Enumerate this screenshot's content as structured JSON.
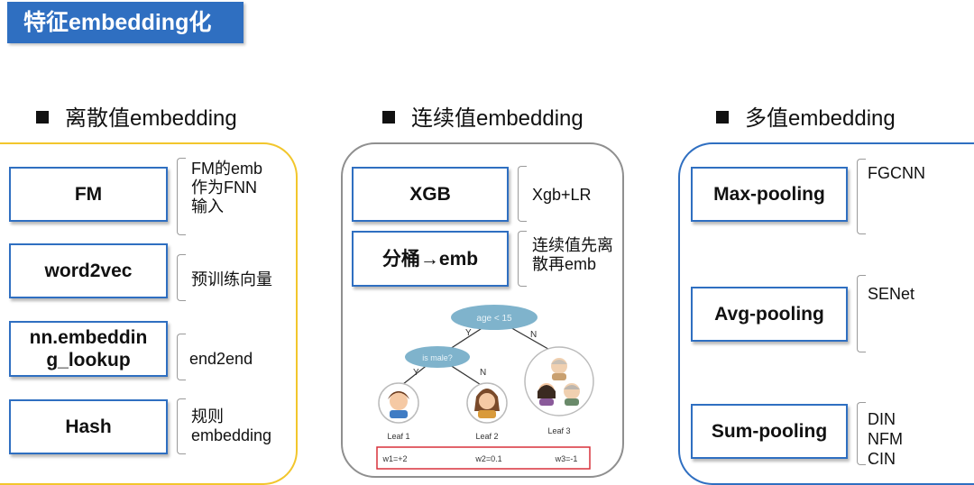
{
  "title": "特征embedding化",
  "sections": {
    "discrete": {
      "title": "离散值embedding",
      "items": [
        {
          "label": "FM",
          "note": "FM的emb\n作为FNN\n输入"
        },
        {
          "label": "word2vec",
          "note": "预训练向量"
        },
        {
          "label": "nn.embeddin\ng_lookup",
          "note": "end2end"
        },
        {
          "label": "Hash",
          "note": "规则\nembedding"
        }
      ]
    },
    "continuous": {
      "title": "连续值embedding",
      "items": [
        {
          "label": "XGB",
          "note": "Xgb+LR"
        },
        {
          "label": "分桶→emb",
          "note": "连续值先离\n散再emb"
        }
      ],
      "tree": {
        "root": "age < 15",
        "child": "is male?",
        "branch_yes": "Y",
        "branch_no": "N",
        "leaves": [
          "Leaf 1",
          "Leaf 2",
          "Leaf 3"
        ],
        "weights": [
          "w1=+2",
          "w2=0.1",
          "w3=-1"
        ]
      }
    },
    "multi": {
      "title": "多值embedding",
      "items": [
        {
          "label": "Max-pooling",
          "note": "FGCNN"
        },
        {
          "label": "Avg-pooling",
          "note": "SENet"
        },
        {
          "label": "Sum-pooling",
          "note": "DIN\nNFM\nCIN"
        }
      ]
    }
  },
  "colors": {
    "accent_blue": "#2f6fc1",
    "yellow_border": "#f2c62c",
    "gray_border": "#8f8f8f",
    "weights_border": "#d9303a",
    "tree_node": "#7fb3cc"
  }
}
